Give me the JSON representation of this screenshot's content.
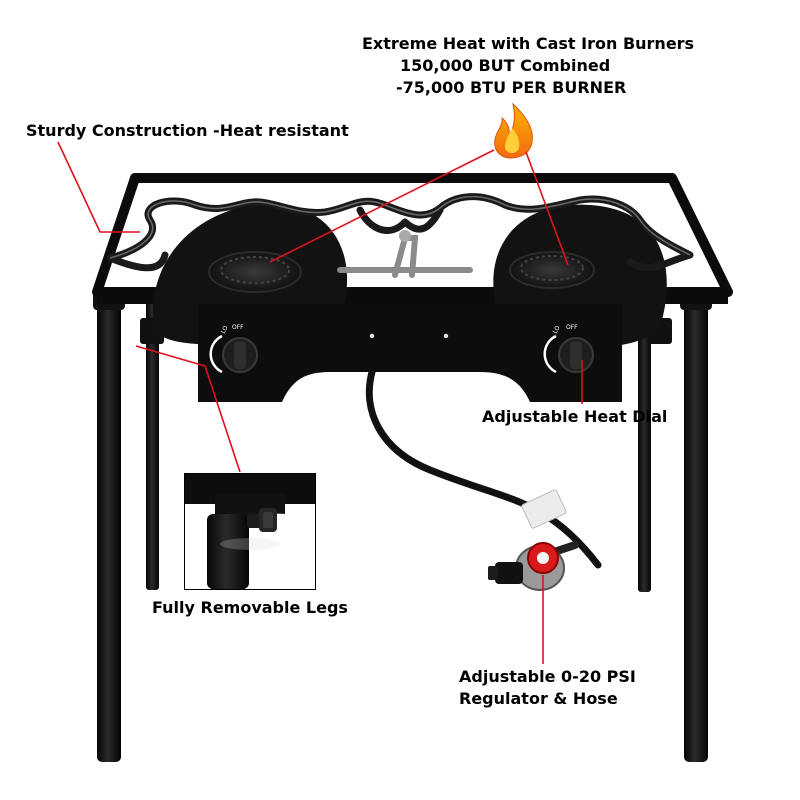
{
  "image": {
    "subject": "Double-burner outdoor propane camp stove on removable legs",
    "background_color": "#ffffff",
    "stove_color": "#0c0c0c",
    "callout_line_color": "#e0101a",
    "flame_colors": [
      "#f26a12",
      "#ffb400"
    ]
  },
  "callouts": {
    "heat": {
      "line1": "Extreme Heat with Cast Iron Burners",
      "line2": "150,000 BUT Combined",
      "line3": "-75,000 BTU PER BURNER"
    },
    "sturdy": {
      "label": "Sturdy Construction -Heat resistant"
    },
    "dial": {
      "label": "Adjustable Heat Dial"
    },
    "legs": {
      "label": "Fully Removable Legs"
    },
    "regulator": {
      "line1": "Adjustable 0-20 PSI",
      "line2": "Regulator & Hose"
    }
  },
  "knobs": {
    "left": {
      "lo": "LO",
      "off": "OFF"
    },
    "right": {
      "lo": "LO",
      "off": "OFF"
    }
  },
  "icons": [
    "flame-icon"
  ]
}
